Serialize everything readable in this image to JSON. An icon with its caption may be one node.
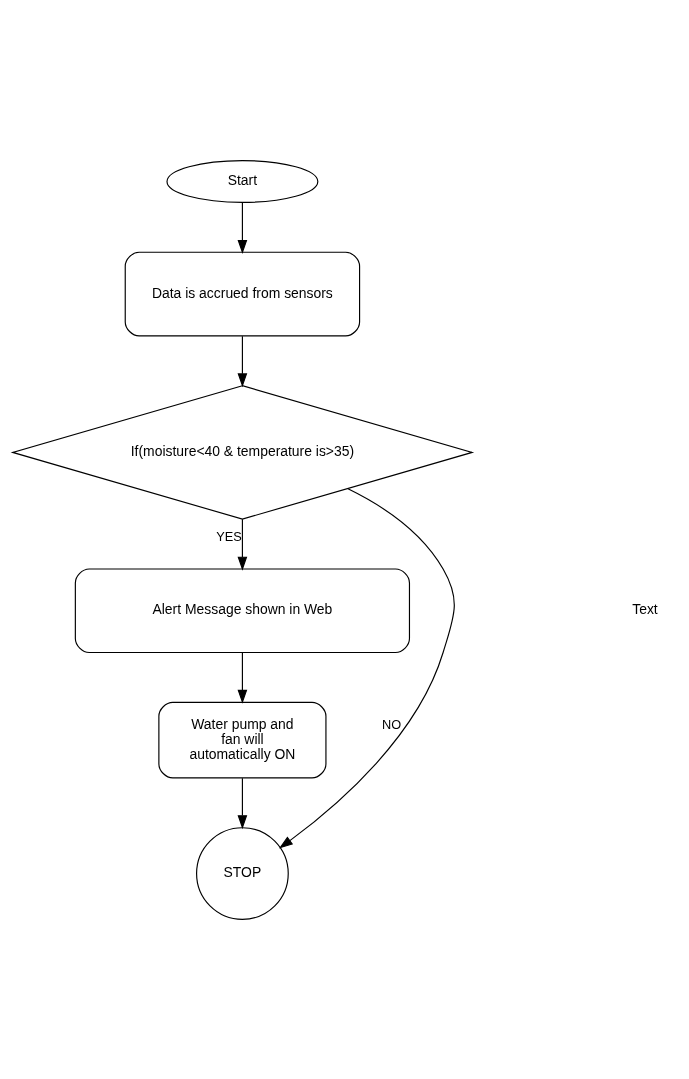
{
  "diagram": {
    "nodes": [
      {
        "text": [
          "Start"
        ]
      },
      {
        "text": [
          "Data is accrued from sensors"
        ]
      },
      {
        "text": [
          "If(moisture<40 & temperature is>35)"
        ]
      },
      {
        "text": [
          "Alert Message shown in Web"
        ]
      },
      {
        "text": [
          "Water pump and fan will automatically ON"
        ]
      },
      {
        "text": [
          "STOP"
        ]
      }
    ],
    "edges": [
      {
        "from": 0,
        "to": 1,
        "arrow": "to"
      },
      {
        "from": 1,
        "to": 2,
        "arrow": "to"
      },
      {
        "from": 2,
        "to": 3,
        "arrow": "to",
        "label": "YES"
      },
      {
        "from": 3,
        "to": 4,
        "arrow": "to"
      },
      {
        "from": 4,
        "to": 5,
        "arrow": "to"
      },
      {
        "from": 2,
        "to": 5,
        "arrow": "to",
        "label": "NO"
      }
    ],
    "labels": [
      "Text"
    ]
  }
}
